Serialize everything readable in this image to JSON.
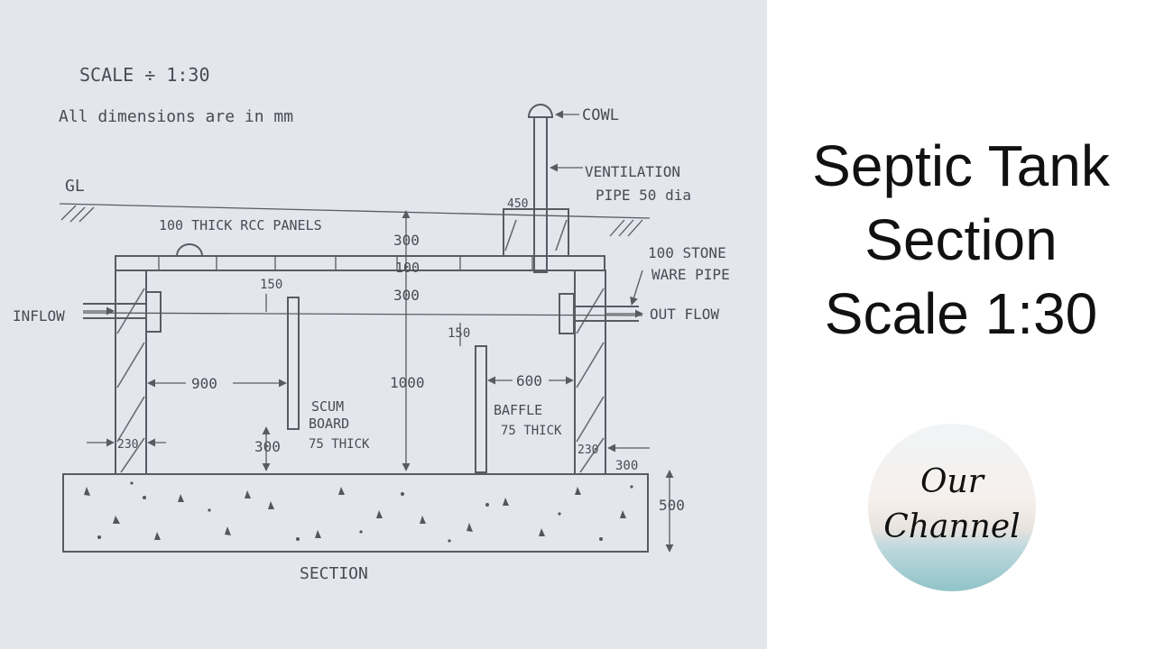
{
  "drawing": {
    "scale_note": "SCALE ÷ 1:30",
    "units_note": "All dimensions are in mm",
    "gl_left": "GL",
    "cowl": "COWL",
    "ventilation_1": "VENTILATION",
    "ventilation_2": "PIPE 50 dia",
    "top_width": "450",
    "rcc_panels": "100 THICK RCC PANELS",
    "dim_300_top": "300",
    "dim_100": "100",
    "dim_300_mid": "300",
    "dim_1000": "1000",
    "dim_150_left": "150",
    "dim_150_right": "150",
    "dim_900": "900",
    "dim_600": "600",
    "dim_230_left": "230",
    "dim_230_right": "230",
    "dim_300_right": "300",
    "dim_300_bottom": "300",
    "dim_500": "500",
    "inflow": "INFLOW",
    "outflow": "OUT FLOW",
    "stone_pipe_1": "100 STONE",
    "stone_pipe_2": "WARE PIPE",
    "scum_1": "SCUM",
    "scum_2": "BOARD",
    "scum_3": "75 THICK",
    "baffle_1": "BAFFLE",
    "baffle_2": "75 THICK",
    "section": "SECTION"
  },
  "title": {
    "line1": "Septic Tank",
    "line2": "Section",
    "line3": "Scale 1:30"
  },
  "logo": {
    "line1": "Our",
    "line2": "Channel"
  }
}
